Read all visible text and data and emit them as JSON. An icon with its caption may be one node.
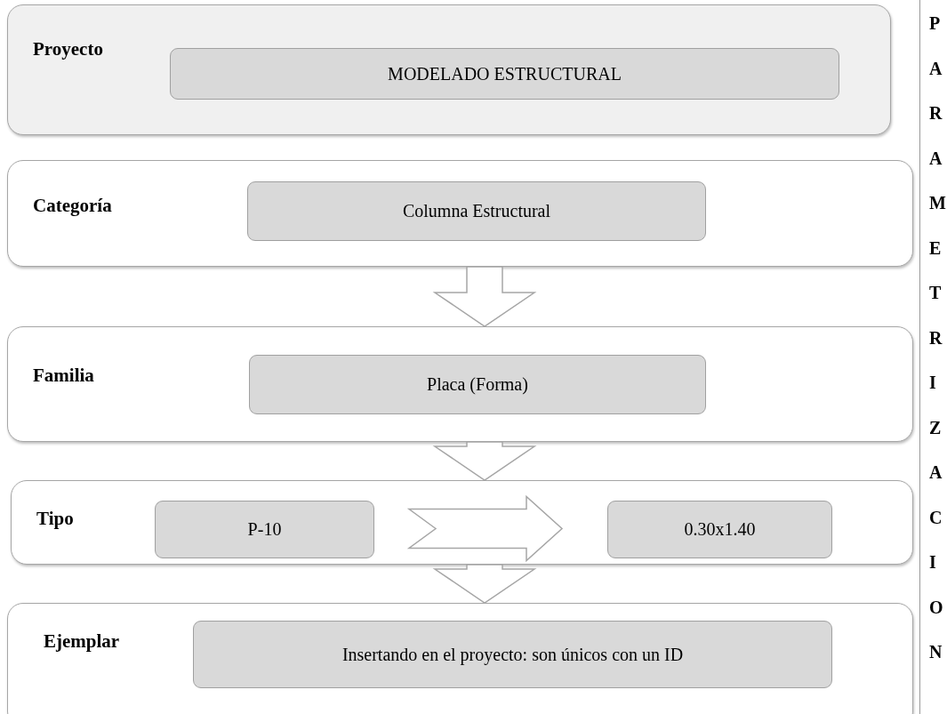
{
  "diagram": {
    "nodes": [
      {
        "text": [
          "Proyecto"
        ]
      },
      {
        "text": [
          "MODELADO ESTRUCTURAL"
        ],
        "in": 0
      },
      {
        "text": [
          "Categoría"
        ]
      },
      {
        "text": [
          "Columna Estructural"
        ],
        "in": 2
      },
      {
        "text": [
          "Familia"
        ]
      },
      {
        "text": [
          "Placa (Forma)"
        ],
        "in": 4
      },
      {
        "text": [
          "Tipo"
        ]
      },
      {
        "text": [
          "P-10"
        ],
        "in": 6
      },
      {
        "text": [
          "0.30x1.40"
        ],
        "in": 6
      },
      {
        "text": [
          "Ejemplar"
        ]
      },
      {
        "text": [
          "Insertando en el proyecto: son únicos con un ID"
        ],
        "in": 9
      },
      {
        "text": [
          "PARAMETRIZACION"
        ]
      }
    ],
    "edges": [
      {
        "from": 2,
        "to": 4,
        "arrow": "to"
      },
      {
        "from": 4,
        "to": 6,
        "arrow": "to"
      },
      {
        "from": 7,
        "to": 8,
        "arrow": "to"
      },
      {
        "from": 6,
        "to": 9,
        "arrow": "to"
      }
    ]
  }
}
